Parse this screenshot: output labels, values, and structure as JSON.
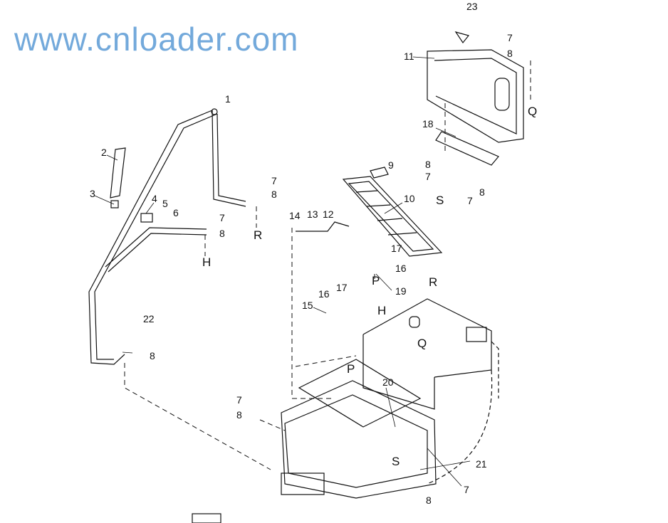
{
  "diagram": {
    "callouts": [
      "23",
      "7",
      "8",
      "11",
      "Q",
      "1",
      "2",
      "3",
      "4",
      "5",
      "6",
      "7",
      "8",
      "H",
      "7",
      "8",
      "R",
      "9",
      "10",
      "18",
      "8",
      "7",
      "S",
      "7",
      "8",
      "14",
      "13",
      "12",
      "17",
      "16",
      "P",
      "19",
      "R",
      "16",
      "17",
      "15",
      "H",
      "Q",
      "22",
      "8",
      "P",
      "20",
      "7",
      "8",
      "S",
      "21",
      "7",
      "8"
    ],
    "watermark": "www.cnloader.com"
  }
}
